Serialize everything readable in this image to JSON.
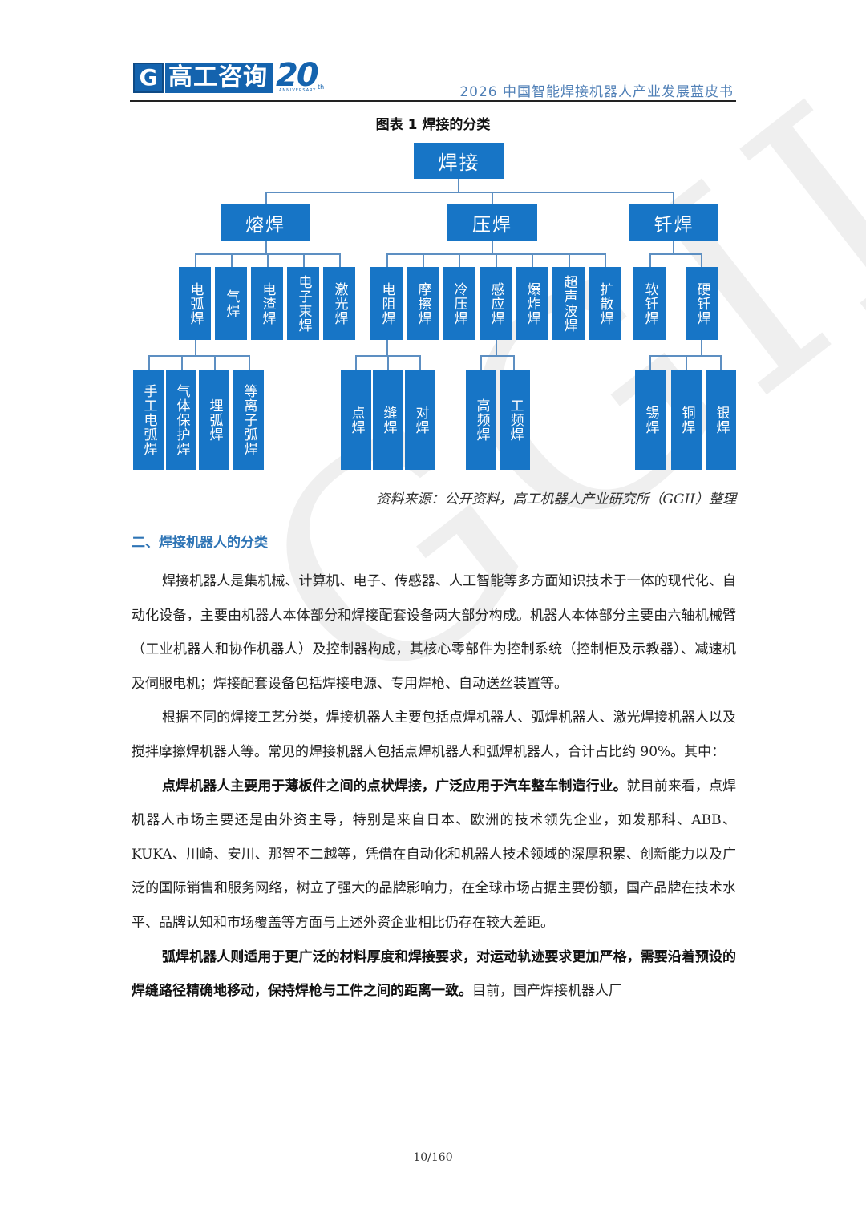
{
  "header": {
    "logo_mark": "G",
    "logo_name": "高工咨询",
    "logo_anniversary": "20",
    "logo_th": "th",
    "logo_anniversary_text": "ANNIVERSARY",
    "title": "2026 中国智能焊接机器人产业发展蓝皮书"
  },
  "figure": {
    "caption": "图表 1    焊接的分类",
    "source": "资料来源：公开资料，高工机器人产业研究所（GGII）整理",
    "tree": {
      "root": "焊接",
      "level1": [
        "熔焊",
        "压焊",
        "钎焊"
      ],
      "rong": [
        "电弧焊",
        "气焊",
        "电渣焊",
        "电子束焊",
        "激光焊"
      ],
      "ya": [
        "电阻焊",
        "摩擦焊",
        "冷压焊",
        "感应焊",
        "爆炸焊",
        "超声波焊",
        "扩散焊"
      ],
      "qian": [
        "软钎焊",
        "硬钎焊"
      ],
      "arc": [
        "手工电弧焊",
        "气体保护焊",
        "埋弧焊",
        "等离子弧焊"
      ],
      "resistance": [
        "点焊",
        "缝焊",
        "对焊"
      ],
      "induction": [
        "高频焊",
        "工频焊"
      ],
      "soft": [
        "锡焊",
        "铜焊",
        "银焊"
      ]
    }
  },
  "watermark": "GGII",
  "section": {
    "title": "二、焊接机器人的分类"
  },
  "paragraphs": {
    "p1": "焊接机器人是集机械、计算机、电子、传感器、人工智能等多方面知识技术于一体的现代化、自动化设备，主要由机器人本体部分和焊接配套设备两大部分构成。机器人本体部分主要由六轴机械臂（工业机器人和协作机器人）及控制器构成，其核心零部件为控制系统（控制柜及示教器）、减速机及伺服电机；焊接配套设备包括焊接电源、专用焊枪、自动送丝装置等。",
    "p2": "根据不同的焊接工艺分类，焊接机器人主要包括点焊机器人、弧焊机器人、激光焊接机器人以及搅拌摩擦焊机器人等。常见的焊接机器人包括点焊机器人和弧焊机器人，合计占比约 90%。其中：",
    "p3_bold": "点焊机器人主要用于薄板件之间的点状焊接，广泛应用于汽车整车制造行业。",
    "p3_rest": "就目前来看，点焊机器人市场主要还是由外资主导，特别是来自日本、欧洲的技术领先企业，如发那科、ABB、KUKA、川崎、安川、那智不二越等，凭借在自动化和机器人技术领域的深厚积累、创新能力以及广泛的国际销售和服务网络，树立了强大的品牌影响力，在全球市场占据主要份额，国产品牌在技术水平、品牌认知和市场覆盖等方面与上述外资企业相比仍存在较大差距。",
    "p4_bold": "弧焊机器人则适用于更广泛的材料厚度和焊接要求，对运动轨迹要求更加严格，需要沿着预设的焊缝路径精确地移动，保持焊枪与工件之间的距离一致。",
    "p4_rest": "目前，国产焊接机器人厂"
  },
  "footer": {
    "page": "10/160"
  }
}
